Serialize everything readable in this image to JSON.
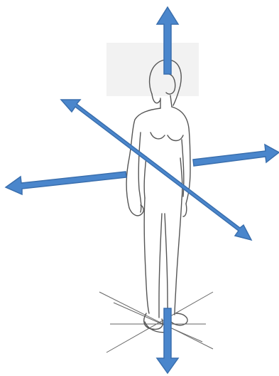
{
  "diagram": {
    "figure_icon": "standing-human-figure-line-drawing",
    "arrow_icon": "block-arrow",
    "arrow_color": "#4a86cc",
    "arrow_stroke": "#3a6fae",
    "line_color": "#555555",
    "arrows": [
      {
        "name": "arrow-up",
        "direction": "up"
      },
      {
        "name": "arrow-down",
        "direction": "down"
      },
      {
        "name": "arrow-right",
        "direction": "right"
      },
      {
        "name": "arrow-left",
        "direction": "left"
      },
      {
        "name": "arrow-diagonal-upper-left",
        "direction": "upper-left"
      },
      {
        "name": "arrow-diagonal-lower-right",
        "direction": "lower-right"
      }
    ]
  }
}
